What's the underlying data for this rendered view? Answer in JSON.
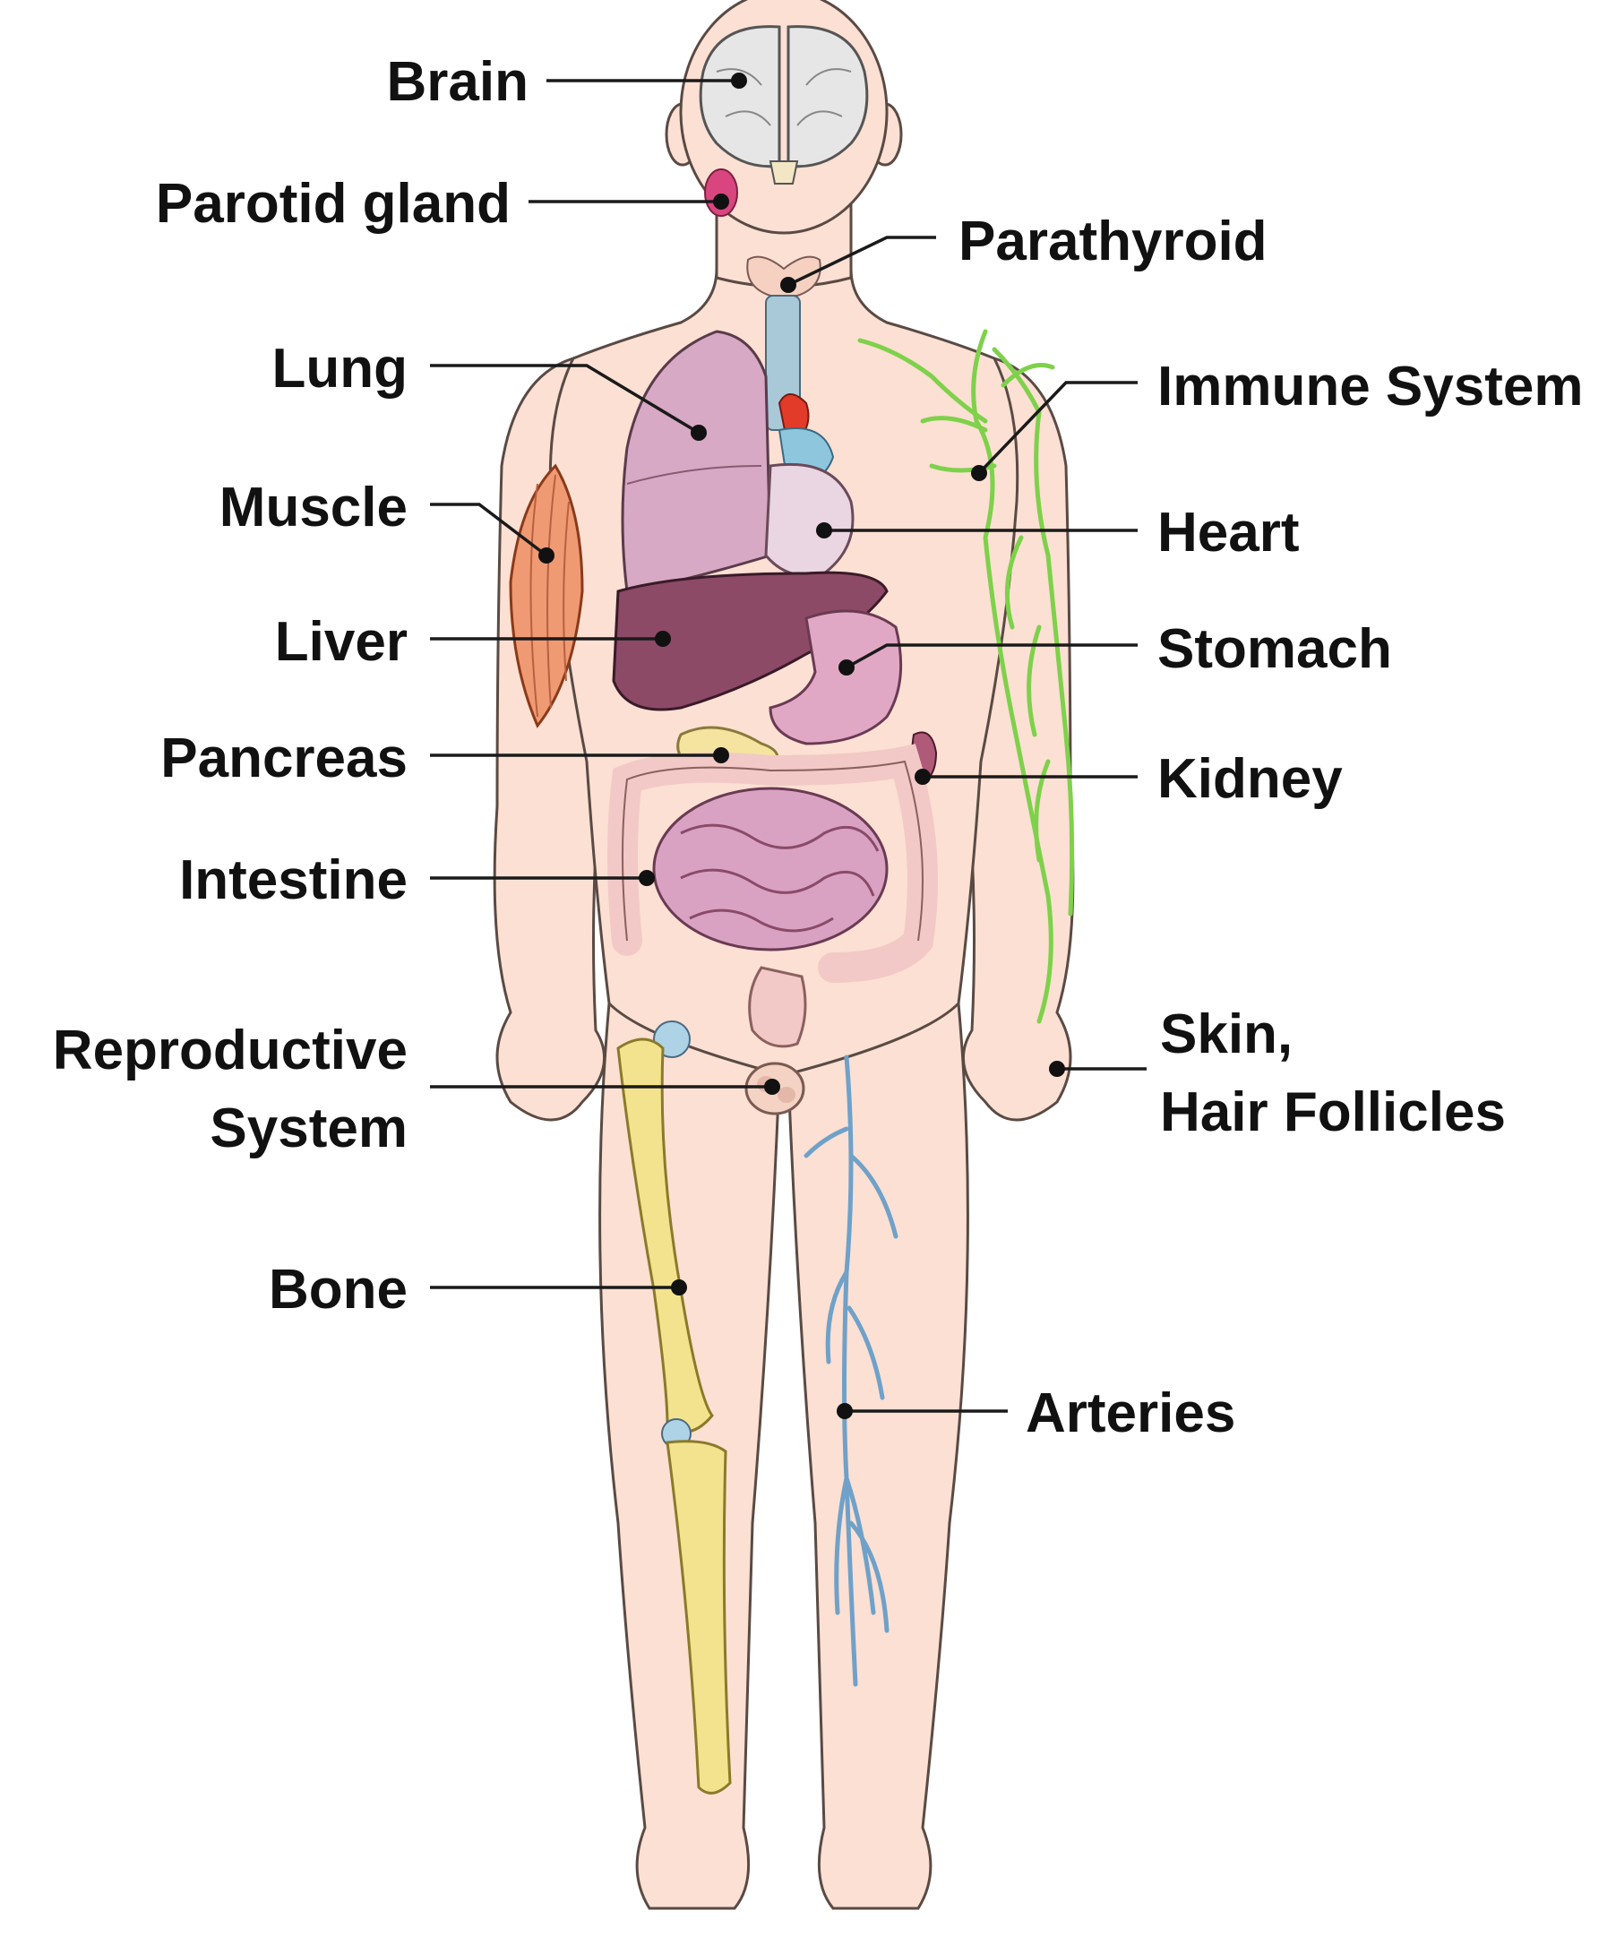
{
  "labels": {
    "brain": "Brain",
    "parotid": "Parotid gland",
    "parathyroid": "Parathyroid",
    "lung": "Lung",
    "immune": "Immune System",
    "muscle": "Muscle",
    "heart": "Heart",
    "liver": "Liver",
    "stomach": "Stomach",
    "pancreas": "Pancreas",
    "kidney": "Kidney",
    "intestine": "Intestine",
    "reproductive_line1": "Reproductive",
    "reproductive_line2": "System",
    "skin_line1": "Skin,",
    "skin_line2": "Hair Follicles",
    "bone": "Bone",
    "arteries": "Arteries"
  },
  "colors": {
    "skin": "#fbe0d3",
    "skin_outline": "#5a4a44",
    "brain": "#e6e6e6",
    "lung": "#d7a9c4",
    "liver": "#8c4a66",
    "heart_red": "#e23b2a",
    "heart_blue": "#8ec7dd",
    "stomach": "#e1a8c5",
    "pancreas": "#f4e4a0",
    "intestine": "#d9a2c3",
    "colon": "#f2c9c6",
    "muscle": "#ef9a73",
    "immune": "#7ed14a",
    "bone": "#f4e38e",
    "joint": "#aed3e6",
    "arteries": "#6fa1c9",
    "parotid": "#d9467f",
    "kidney": "#b05a7a"
  }
}
